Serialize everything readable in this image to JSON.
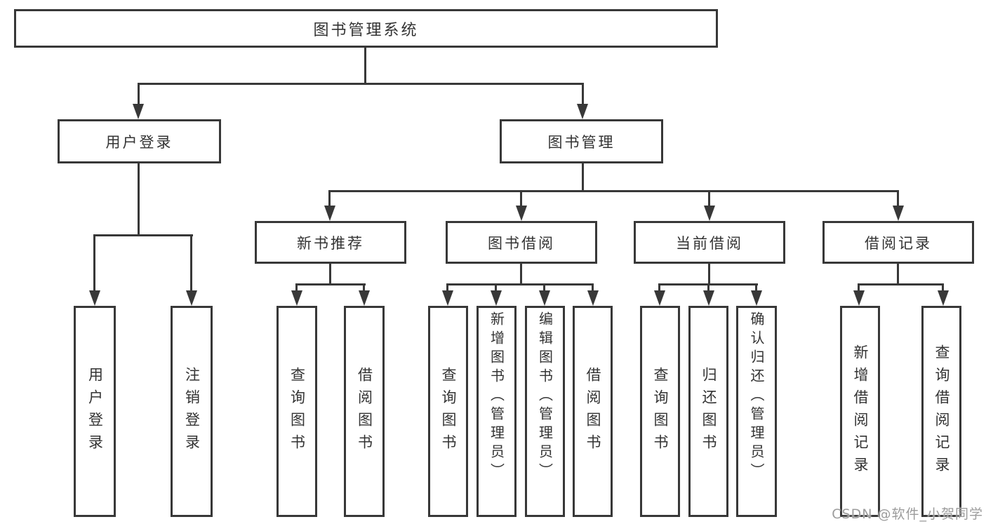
{
  "diagram": {
    "root": "图书管理系统",
    "level2": {
      "user_login": "用户登录",
      "book_management": "图书管理"
    },
    "level3": {
      "new_book_recommend": "新书推荐",
      "book_borrowing": "图书借阅",
      "current_borrowing": "当前借阅",
      "borrowing_records": "借阅记录"
    },
    "leaves": {
      "user_login": "用户登录",
      "logout": "注销登录",
      "rec_query_books": "查询图书",
      "rec_borrow_books": "借阅图书",
      "bb_query_books": "查询图书",
      "bb_add_books_admin": "新增图书（管理员）",
      "bb_edit_books_admin": "编辑图书（管理员）",
      "bb_borrow_books": "借阅图书",
      "cb_query_books": "查询图书",
      "cb_return_books": "归还图书",
      "cb_confirm_return_admin": "确认归还（管理员）",
      "br_add_record": "新增借阅记录",
      "br_query_record": "查询借阅记录"
    }
  },
  "watermark": "CSDN @软件_小贺同学",
  "colors": {
    "line": "#383838",
    "text": "#333333",
    "watermark_text": "#9c9c9c",
    "background": "#ffffff"
  }
}
